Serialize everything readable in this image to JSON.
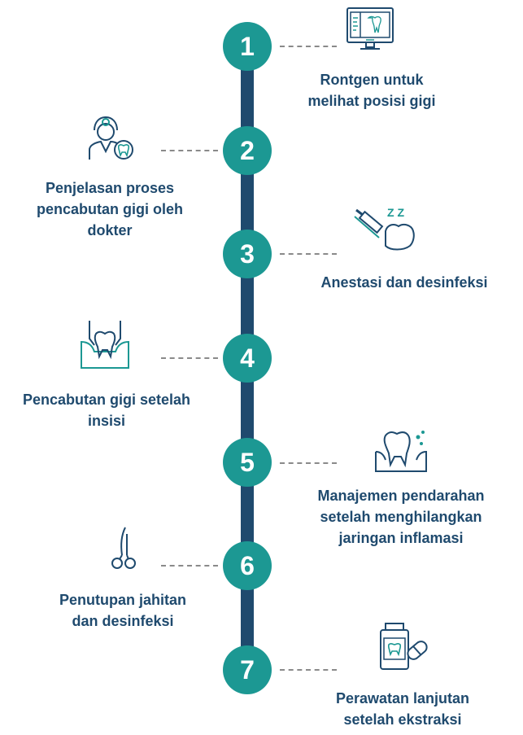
{
  "colors": {
    "teal": "#1c9893",
    "navy": "#1f4a6e",
    "dash": "#8a8a8a"
  },
  "steps": [
    {
      "number": "1",
      "label": "Rontgen untuk\nmelihat posisi gigi",
      "icon": "xray-monitor-icon"
    },
    {
      "number": "2",
      "label": "Penjelasan proses\npencabutan gigi oleh\ndokter",
      "icon": "dentist-icon"
    },
    {
      "number": "3",
      "label": "Anestasi dan desinfeksi",
      "icon": "anesthesia-syringe-icon"
    },
    {
      "number": "4",
      "label": "Pencabutan gigi setelah\ninsisi",
      "icon": "tooth-extraction-icon"
    },
    {
      "number": "5",
      "label": "Manajemen pendarahan\nsetelah menghilangkan\njaringan inflamasi",
      "icon": "bleeding-tooth-icon"
    },
    {
      "number": "6",
      "label": "Penutupan jahitan\ndan desinfeksi",
      "icon": "surgical-scissors-icon"
    },
    {
      "number": "7",
      "label": "Perawatan lanjutan\nsetelah ekstraksi",
      "icon": "medicine-bottle-icon"
    }
  ],
  "icon_text": {
    "sleep": "Z Z"
  }
}
